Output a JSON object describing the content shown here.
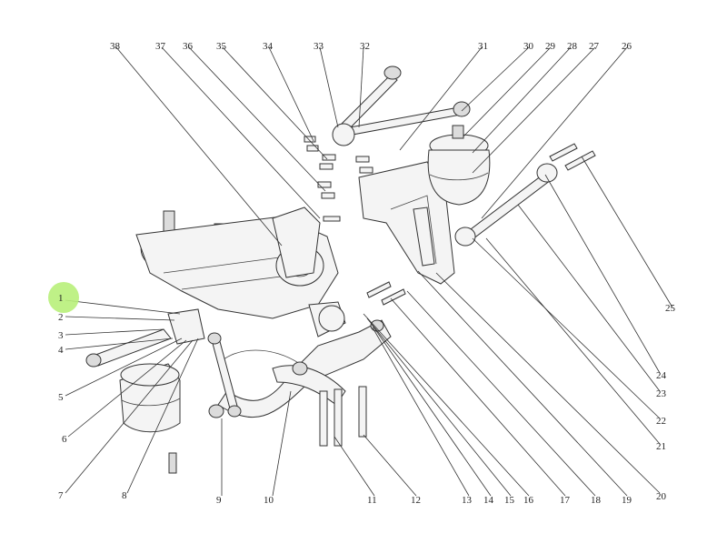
{
  "highlight": {
    "label_index": 0,
    "color": "#b8f07a"
  },
  "callouts": [
    {
      "id": "1"
    },
    {
      "id": "2"
    },
    {
      "id": "3"
    },
    {
      "id": "4"
    },
    {
      "id": "5"
    },
    {
      "id": "6"
    },
    {
      "id": "7"
    },
    {
      "id": "8"
    },
    {
      "id": "9"
    },
    {
      "id": "10"
    },
    {
      "id": "11"
    },
    {
      "id": "12"
    },
    {
      "id": "13"
    },
    {
      "id": "14"
    },
    {
      "id": "15"
    },
    {
      "id": "16"
    },
    {
      "id": "17"
    },
    {
      "id": "18"
    },
    {
      "id": "19"
    },
    {
      "id": "20"
    },
    {
      "id": "21"
    },
    {
      "id": "22"
    },
    {
      "id": "23"
    },
    {
      "id": "24"
    },
    {
      "id": "25"
    },
    {
      "id": "26"
    },
    {
      "id": "27"
    },
    {
      "id": "28"
    },
    {
      "id": "29"
    },
    {
      "id": "30"
    },
    {
      "id": "31"
    },
    {
      "id": "32"
    },
    {
      "id": "33"
    },
    {
      "id": "34"
    },
    {
      "id": "35"
    },
    {
      "id": "36"
    },
    {
      "id": "37"
    },
    {
      "id": "38"
    }
  ]
}
